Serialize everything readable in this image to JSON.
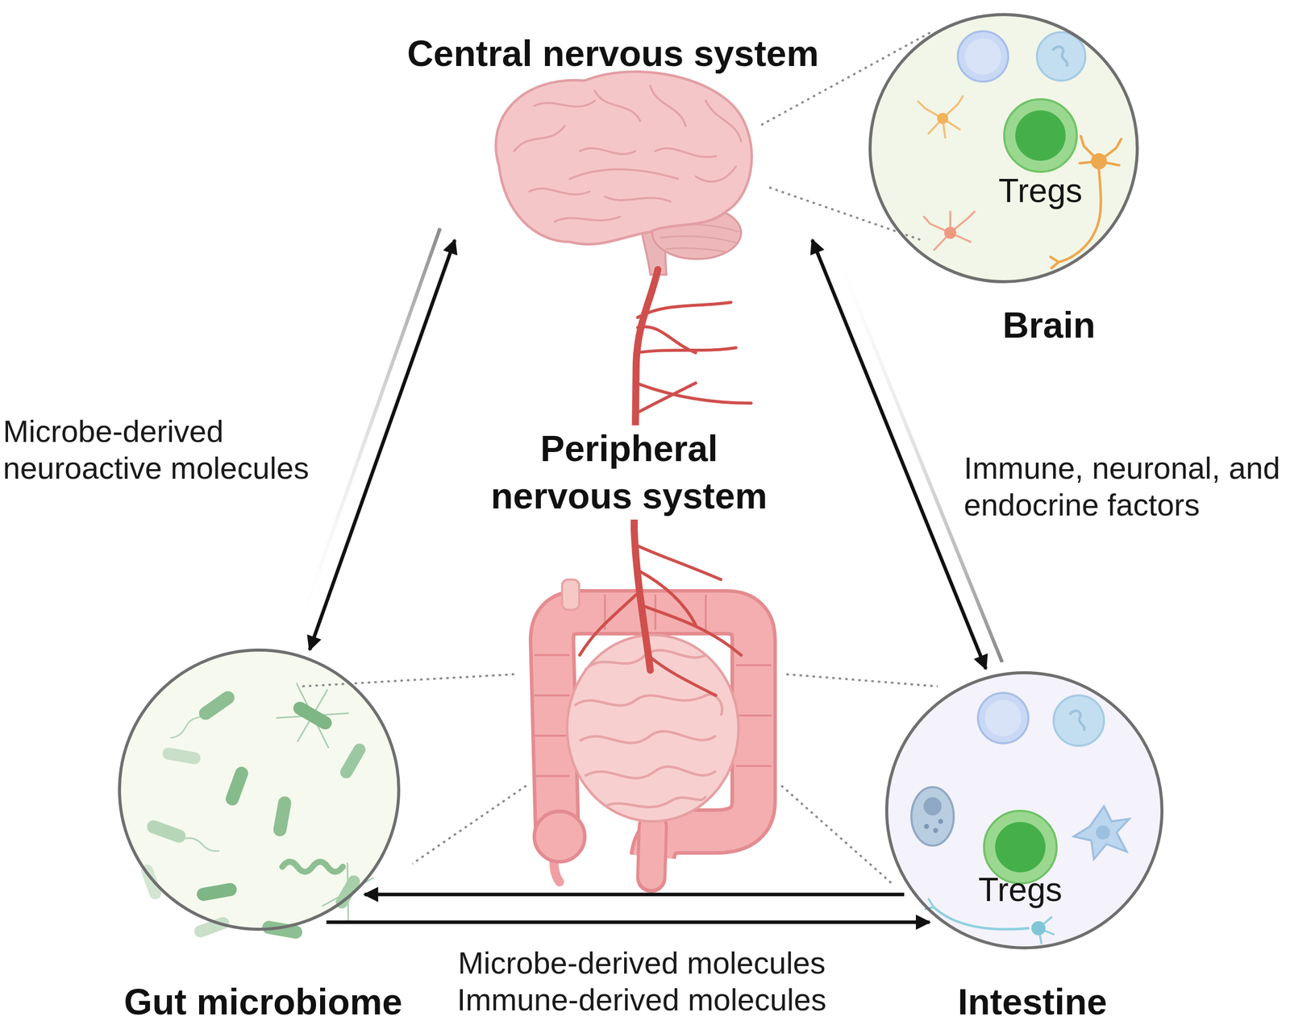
{
  "diagram": {
    "nodes": [
      {
        "text": [
          "Central nervous system"
        ]
      },
      {
        "text": [
          "Tregs",
          "Brain"
        ]
      },
      {
        "text": [
          "Gut microbiome"
        ]
      },
      {
        "text": [
          "Tregs",
          "Intestine"
        ]
      }
    ],
    "edges": [
      {
        "from": 2,
        "to": 0,
        "arrow": "both",
        "label": "Microbe-derived neuroactive molecules"
      },
      {
        "from": 0,
        "to": 3,
        "arrow": "both",
        "label": "Immune, neuronal, and endocrine factors"
      },
      {
        "from": 2,
        "to": 3,
        "arrow": "to",
        "label": "Microbe-derived molecules"
      },
      {
        "from": 3,
        "to": 2,
        "arrow": "to",
        "label": "Immune-derived molecules"
      }
    ],
    "labels": [
      "Peripheral nervous system"
    ]
  }
}
